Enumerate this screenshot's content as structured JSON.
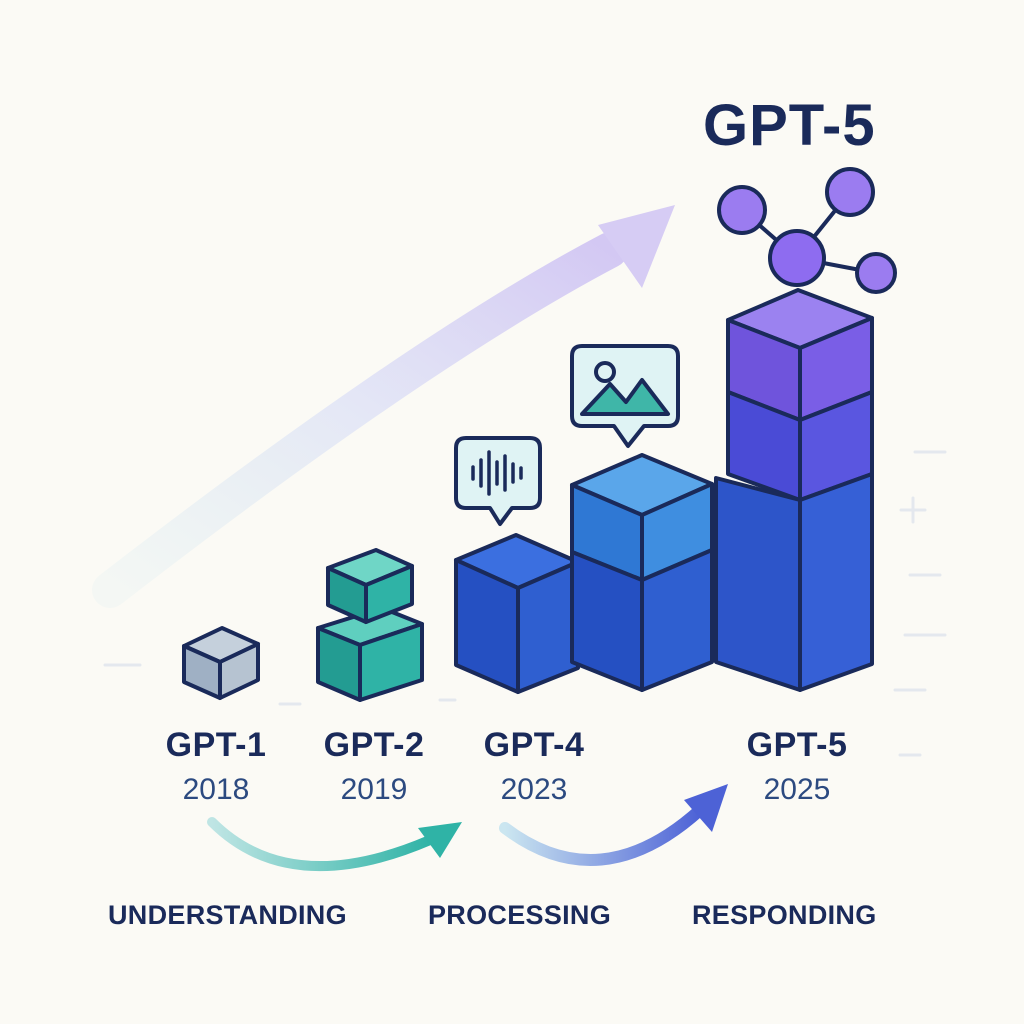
{
  "headline": "GPT-5",
  "models": [
    {
      "name": "GPT-1",
      "year": "2018"
    },
    {
      "name": "GPT-2",
      "year": "2019"
    },
    {
      "name": "GPT-4",
      "year": "2023"
    },
    {
      "name": "GPT-5",
      "year": "2025"
    }
  ],
  "stages": [
    "UNDERSTANDING",
    "PROCESSING",
    "RESPONDING"
  ],
  "icons": {
    "gpt4": "audio-waveform-icon",
    "gpt4_top": "image-icon",
    "gpt5": "network-nodes-icon"
  },
  "colors": {
    "ink": "#1a2a5a",
    "gray_cube": "#9fb0c4",
    "teal_cube": "#2fb3a6",
    "blue_cube": "#2f5fd0",
    "light_blue_cube": "#3f8ee0",
    "purple_cube": "#7a5ee6",
    "node_purple": "#9b7cf0"
  }
}
